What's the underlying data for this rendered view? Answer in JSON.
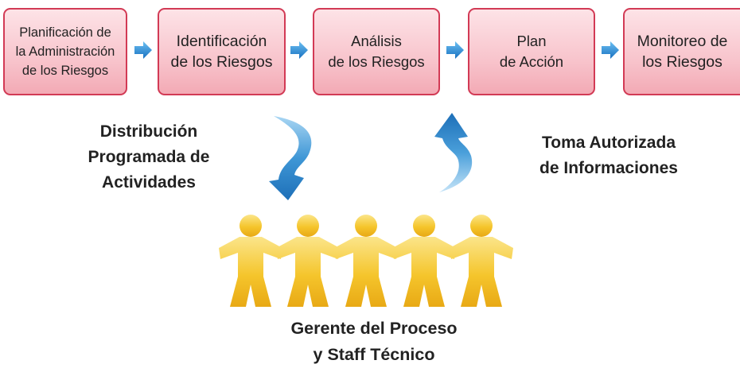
{
  "steps": [
    {
      "lines": [
        "Planificación de",
        "la Administración",
        "de los Riesgos"
      ]
    },
    {
      "lines": [
        "Identificación",
        "de los Riesgos"
      ]
    },
    {
      "lines": [
        "Análisis",
        "de los Riesgos"
      ]
    },
    {
      "lines": [
        "Plan",
        "de Acción"
      ]
    },
    {
      "lines": [
        "Monitoreo de",
        "los Riesgos"
      ]
    }
  ],
  "left_label": {
    "lines": [
      "Distribución",
      "Programada de",
      "Actividades"
    ]
  },
  "right_label": {
    "lines": [
      "Toma Autorizada",
      "de Informaciones"
    ]
  },
  "bottom_label": {
    "lines": [
      "Gerente del Proceso",
      "y  Staff Técnico"
    ]
  },
  "colors": {
    "box_border": "#d23a55",
    "box_fill": "#f8c4cc",
    "arrow_blue": "#1f84cc",
    "people_yellow": "#f7c935"
  },
  "icons": [
    "right-arrow-icon",
    "curved-arrow-down-icon",
    "curved-arrow-up-icon",
    "people-chain-icon"
  ]
}
